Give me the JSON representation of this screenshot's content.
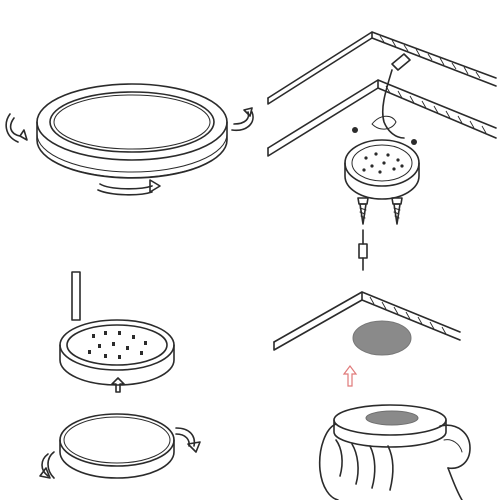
{
  "diagram": {
    "panels": [
      {
        "id": "remove-cover",
        "caption": ""
      },
      {
        "id": "screw-mount",
        "caption": ""
      },
      {
        "id": "insert-light",
        "caption": ""
      },
      {
        "id": "adhesive-mount",
        "caption": ""
      }
    ],
    "icons": {
      "rotate": "rotate-arrow-icon",
      "up": "up-arrow-icon",
      "screw": "screw-icon",
      "screwdriver": "screwdriver-icon",
      "adhesive": "adhesive-pad-icon",
      "hand": "hand-icon"
    },
    "colors": {
      "line": "#2b2b2b",
      "adhesive_pad": "#8a8a8a",
      "press_arrow": "#e07a7a",
      "background": "#ffffff"
    }
  }
}
